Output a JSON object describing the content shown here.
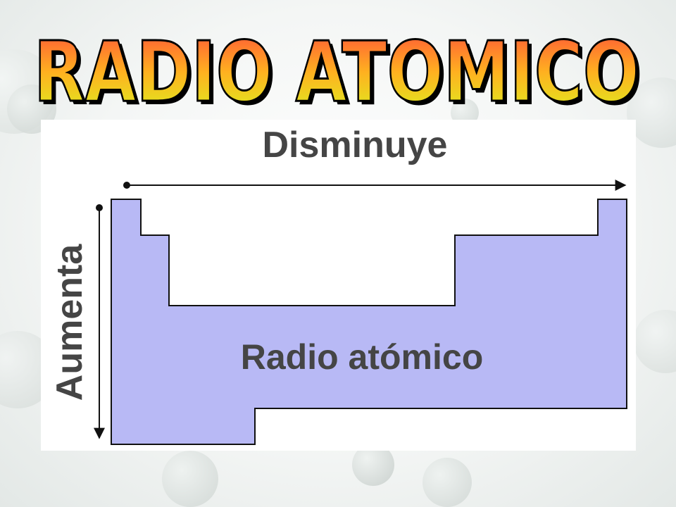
{
  "title": "RADIO ATOMICO",
  "diagram": {
    "top_label": "Disminuye",
    "side_label": "Aumenta",
    "center_label": "Radio atómico"
  },
  "colors": {
    "title_top": "#ff4b3a",
    "title_mid": "#ffb020",
    "title_bottom": "#d9f51e",
    "title_outline": "#000000",
    "table_fill": "#b8b9f5",
    "table_stroke": "#111111",
    "label_text": "#454545"
  }
}
